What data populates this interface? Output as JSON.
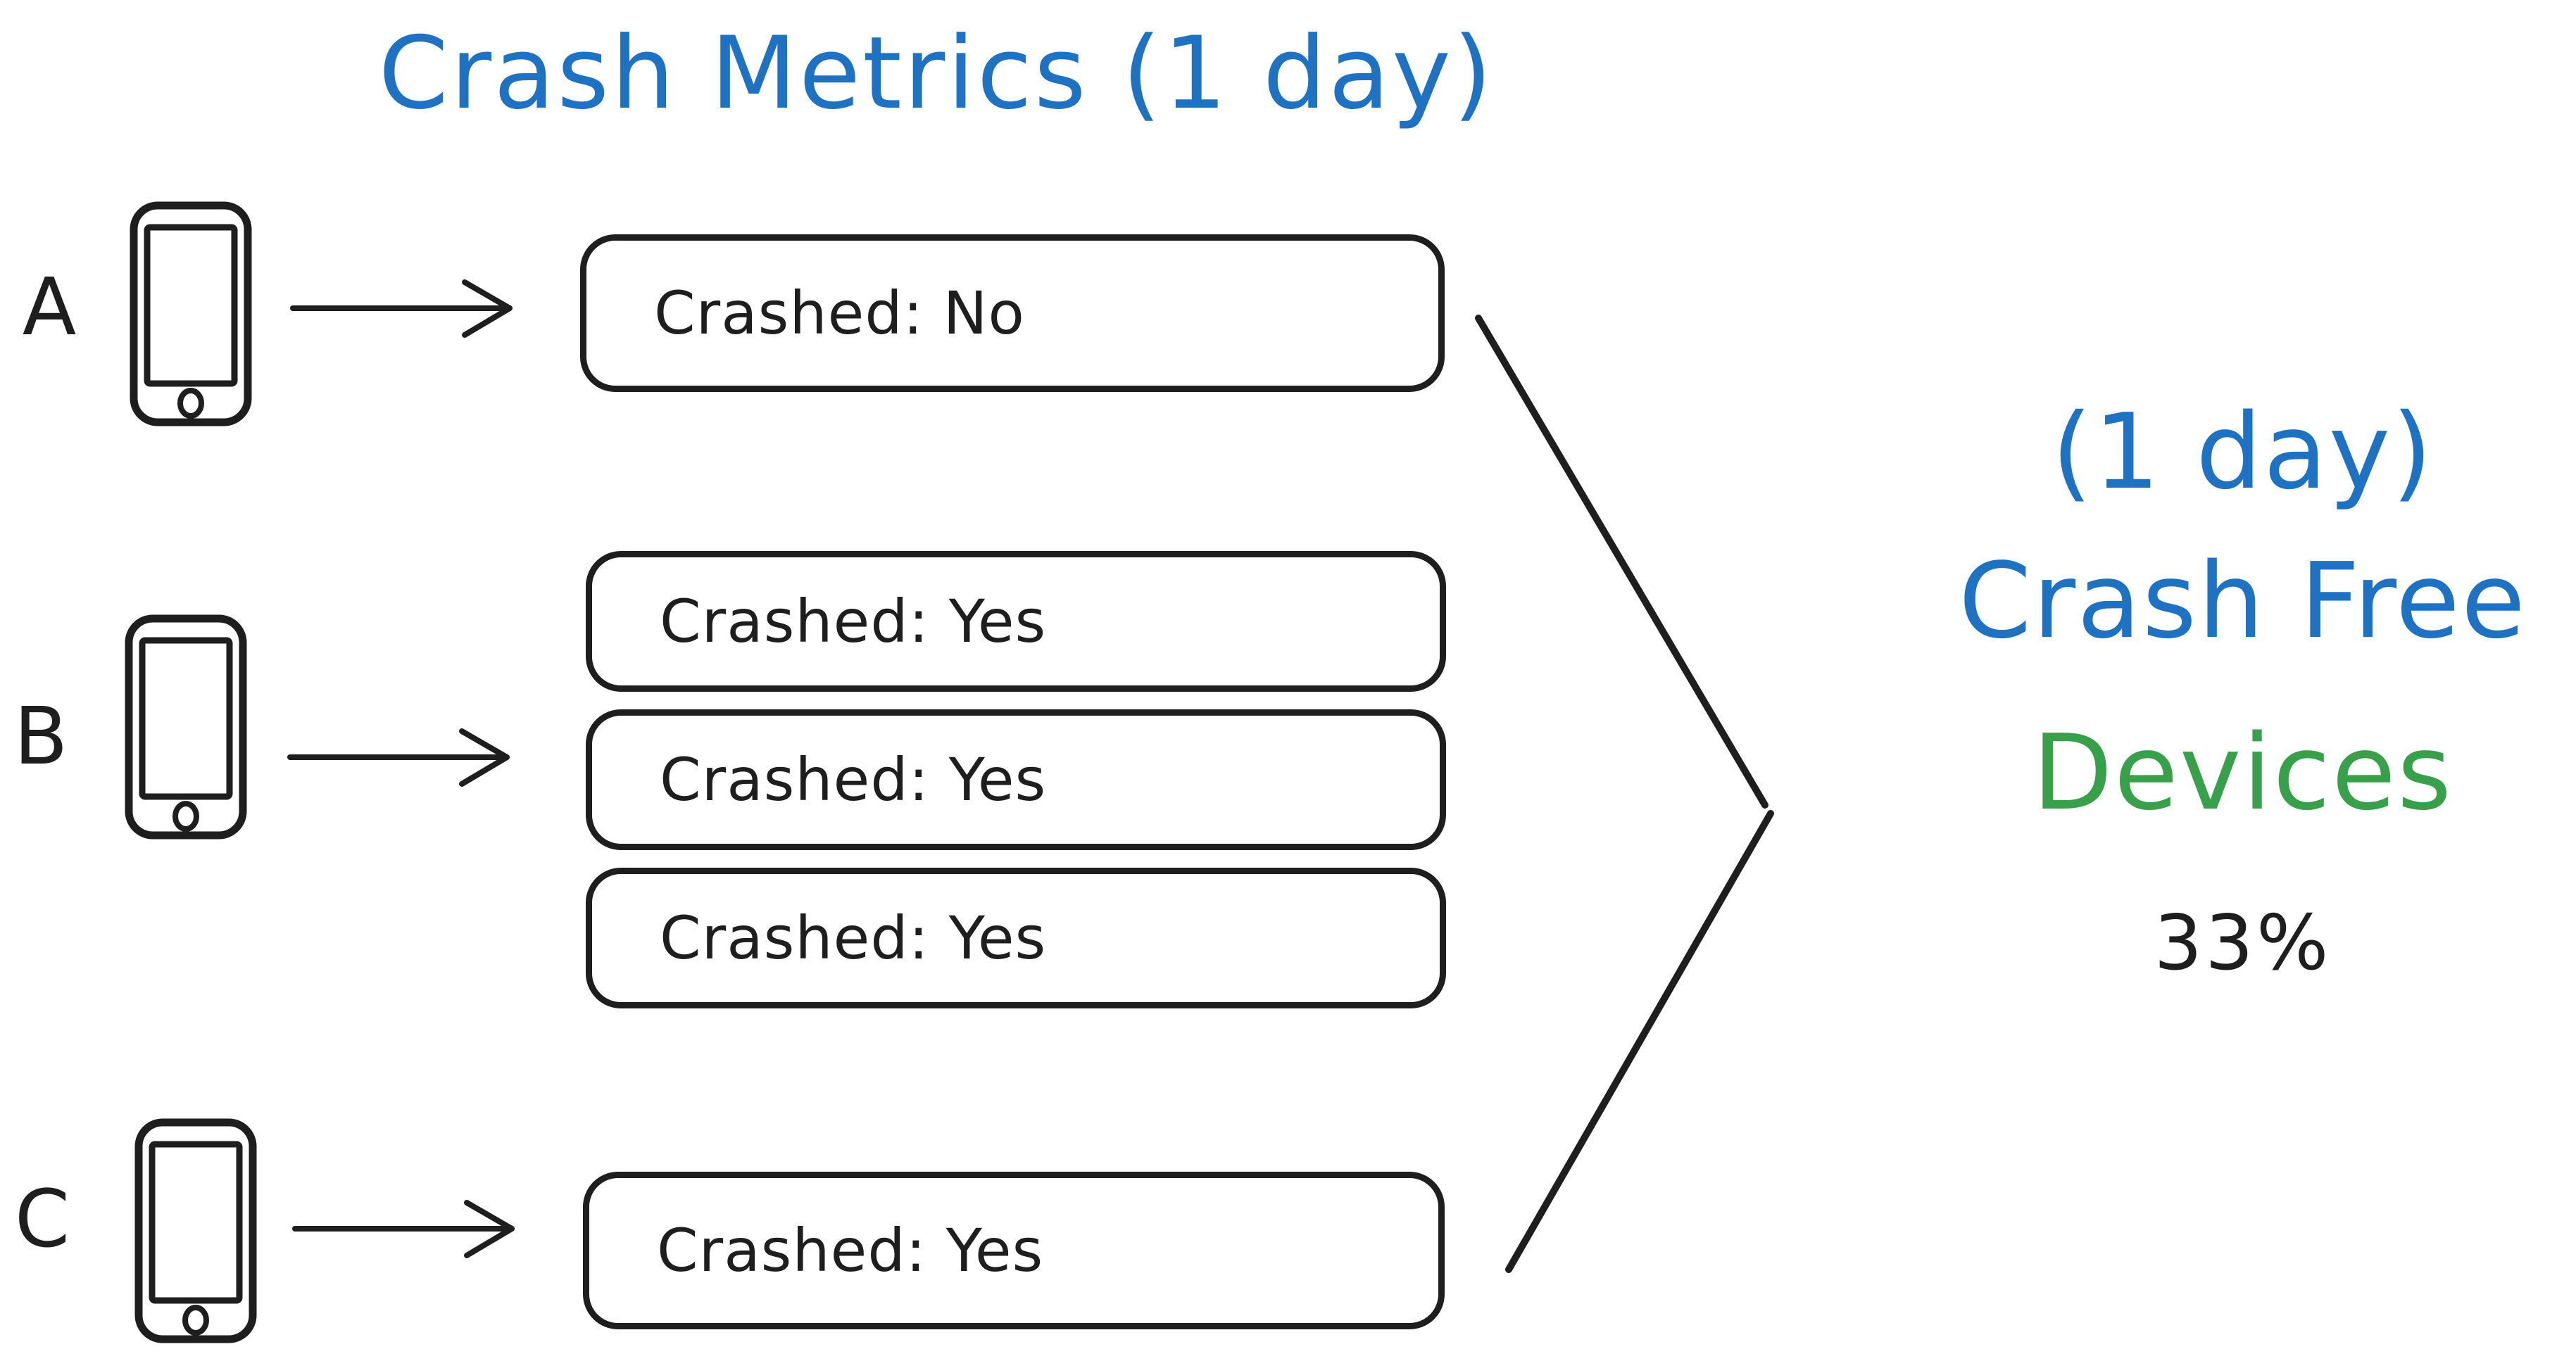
{
  "title": "Crash Metrics (1 day)",
  "colors": {
    "blue": "#1f72c2",
    "green": "#38a04a",
    "ink": "#1e1e1e",
    "paper": "#ffffff"
  },
  "devices": [
    {
      "label": "A",
      "sessions": [
        "Crashed: No"
      ]
    },
    {
      "label": "B",
      "sessions": [
        "Crashed: Yes",
        "Crashed: Yes",
        "Crashed: Yes"
      ]
    },
    {
      "label": "C",
      "sessions": [
        "Crashed: Yes"
      ]
    }
  ],
  "result": {
    "period": "(1 day)",
    "metric": "Crash Free",
    "unit": "Devices",
    "value": "33%"
  },
  "icons": {
    "device": "phone-icon",
    "flow": "arrow-right-icon",
    "aggregate": "chevron-merge-icon"
  }
}
